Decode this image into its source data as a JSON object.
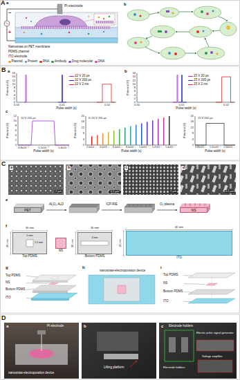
{
  "diagram": {
    "nodes": [
      {
        "text": [
          "PET"
        ]
      },
      {
        "text": [
          "NS"
        ]
      },
      {
        "text": [
          "Top PDMS"
        ]
      },
      {
        "text": [
          "NS"
        ]
      },
      {
        "text": [
          "Bottom PDMS"
        ]
      },
      {
        "text": [
          "ITO"
        ]
      }
    ],
    "labels": [
      "A",
      "a",
      "b",
      "Pt electrode",
      "−",
      "+",
      "Nanostraw on PET membrane",
      "PDMS channel",
      "ITO electrode",
      "B",
      "a",
      "b",
      "0",
      "2",
      "4",
      "6",
      "8",
      "10",
      "12",
      "14",
      "16",
      "Potential (V)",
      "0.00",
      "0.01",
      "0.02",
      "Pulse width (s)",
      "0",
      "2",
      "4",
      "6",
      "8",
      "10",
      "12",
      "14",
      "16",
      "Potential (V)",
      "0.00",
      "0.01",
      "0.02",
      "Pulse width (s)",
      "c",
      "0",
      "2",
      "4",
      "6",
      "8",
      "10",
      "12",
      "Potential (V)",
      "10 V 200 µs",
      "4.8x10⁻³",
      "5.1x10⁻³",
      "5.4x10⁻³",
      "Pulse width (s)",
      "0",
      "4",
      "8",
      "12",
      "16",
      "20",
      "Potential (V)",
      "6~20 V 200 µs",
      "2.0x10⁻³",
      "4.0x10⁻³",
      "6.0x10⁻³",
      "8.0x10⁻³",
      "1.0x10⁻²",
      "1.2x10⁻²",
      "1.4x10⁻²",
      "Pulse width (s)",
      "0",
      "4",
      "8",
      "12",
      "16",
      "20",
      "Potential (V)",
      "15 V 200 µs",
      "9.80x10⁻³",
      "1.01x10⁻²",
      "1.04x10⁻²",
      "Pulse width (s)",
      "C",
      "a",
      "2 µm",
      "b",
      "0.2 µm",
      "c",
      "2 µm",
      "d",
      "0.2 µm",
      "e",
      "Al₂O₃ ALD",
      "ICP-RIE",
      "O₂ plasma",
      "f",
      "30 mm",
      "20 mm",
      "5 mm",
      "1.5 mm",
      "30 mm",
      "20 mm",
      "3 mm",
      "40 mm",
      "14 mm",
      "g",
      "Top PDMS",
      "NS",
      "Bottom PDMS",
      "ITO",
      "h",
      "nanostraw-electroporation device",
      "i",
      "Top PDMS",
      "NS",
      "Bottom PDMS",
      "ITO",
      "D",
      "a",
      "Pt electrode",
      "nanostraw-electroporation device",
      "b",
      "Lifting platform",
      "c",
      "Electrode holders",
      "Electric pulse signal generator",
      "Voltage amplifier",
      "Electrode holders"
    ],
    "legend": [
      {
        "text": "Plasmid",
        "color": "#f0a030"
      },
      {
        "text": "Protein",
        "color": "#3a8fd8"
      },
      {
        "text": "RNA",
        "color": "#e0302a"
      },
      {
        "text": "Antibody",
        "color": "#2a9a4a"
      },
      {
        "text": "Drug molecular",
        "color": "#8a4ac8"
      },
      {
        "text": "DNA",
        "color": "#d04a9a"
      },
      {
        "text": "10 V 20 µs",
        "color": "#9b30d9"
      },
      {
        "text": "10 V 200 µs",
        "color": "#2a2ad0"
      },
      {
        "text": "10 V 2 ms",
        "color": "#e02020"
      },
      {
        "text": "15 V 20 µs",
        "color": "#9b30d9"
      },
      {
        "text": "15 V 200 µs",
        "color": "#2a2ad0"
      },
      {
        "text": "15 V 2 ms",
        "color": "#e02020"
      }
    ]
  }
}
